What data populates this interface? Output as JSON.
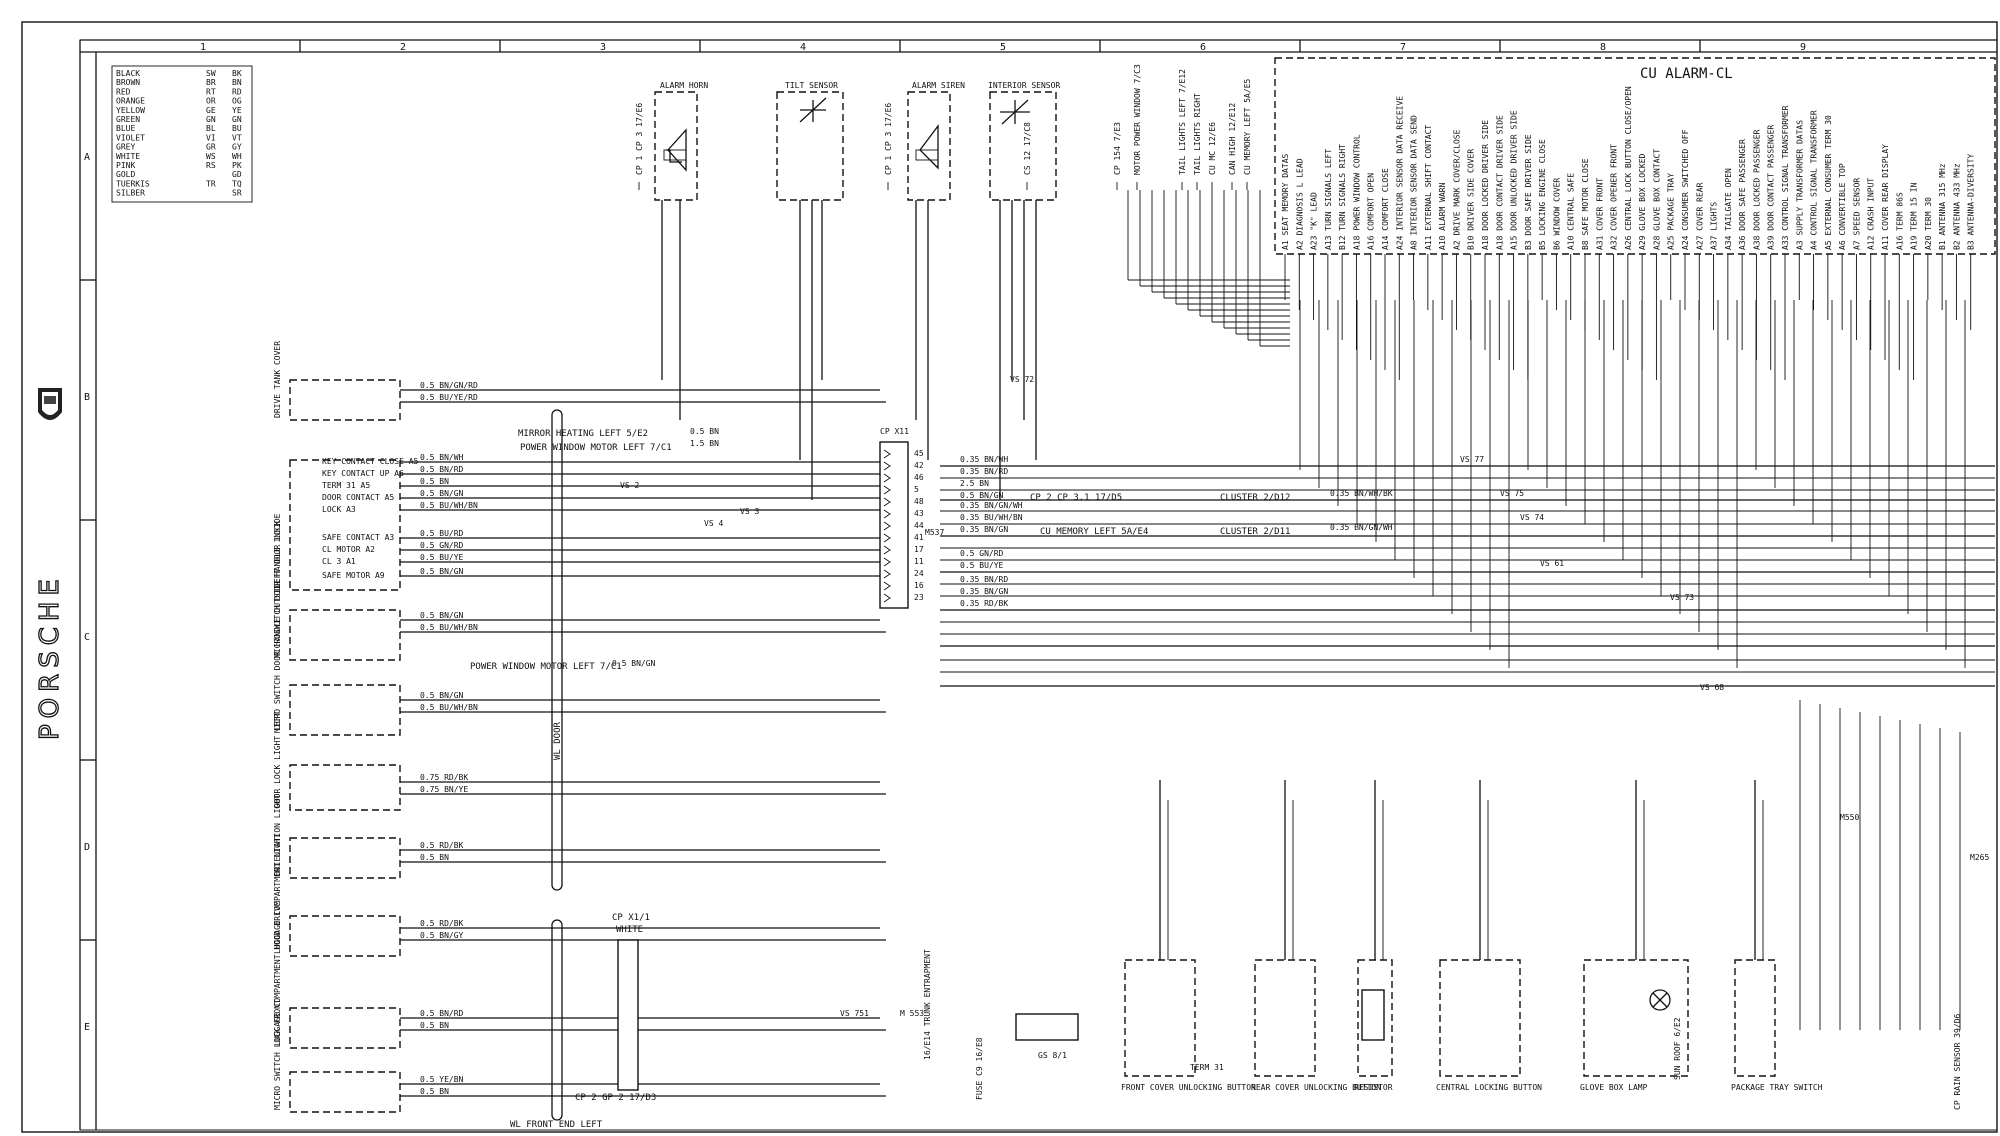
{
  "frame": {
    "columns": [
      "1",
      "2",
      "3",
      "4",
      "5",
      "6",
      "7",
      "8",
      "9"
    ],
    "rows": [
      "A",
      "B",
      "C",
      "D",
      "E"
    ],
    "brand": "PORSCHE"
  },
  "color_legend": [
    {
      "en": "BLACK",
      "de": "SW",
      "code": "BK"
    },
    {
      "en": "BROWN",
      "de": "BR",
      "code": "BN"
    },
    {
      "en": "RED",
      "de": "RT",
      "code": "RD"
    },
    {
      "en": "ORANGE",
      "de": "OR",
      "code": "OG"
    },
    {
      "en": "YELLOW",
      "de": "GE",
      "code": "YE"
    },
    {
      "en": "GREEN",
      "de": "GN",
      "code": "GN"
    },
    {
      "en": "BLUE",
      "de": "BL",
      "code": "BU"
    },
    {
      "en": "VIOLET",
      "de": "VI",
      "code": "VT"
    },
    {
      "en": "GREY",
      "de": "GR",
      "code": "GY"
    },
    {
      "en": "WHITE",
      "de": "WS",
      "code": "WH"
    },
    {
      "en": "PINK",
      "de": "RS",
      "code": "PK"
    },
    {
      "en": "GOLD",
      "de": "",
      "code": "GD"
    },
    {
      "en": "TUERKIS",
      "de": "TR",
      "code": "TQ"
    },
    {
      "en": "SILBER",
      "de": "",
      "code": "SR"
    }
  ],
  "top_components": {
    "alarm_horn": "ALARM HORN",
    "tilt_sensor": "TILT SENSOR",
    "alarm_siren": "ALARM SIREN",
    "interior_sensor": "INTERIOR SENSOR",
    "cu_alarm": "CU ALARM-CL"
  },
  "top_refs": [
    "CP 1 CP 3  17/E6",
    "CP 1 CP 3  17/E6",
    "CS 12  17/C8",
    "CP 154  7/E3",
    "MOTOR POWER WINDOW  7/C3",
    "TAIL LIGHTS LEFT  7/E12",
    "TAIL LIGHTS RIGHT",
    "CU MC  12/E6",
    "CAN HIGH  12/E12",
    "CU MEMORY LEFT  5A/E5"
  ],
  "cu_pins": [
    "A1 SEAT MEMORY DATAS",
    "A2 DIAGNOSIS L LEAD",
    "A23 \"K\" LEAD",
    "A13 TURN SIGNALS LEFT",
    "B12 TURN SIGNALS RIGHT",
    "A18 POWER WINDOW CONTROL",
    "A16 COMFORT OPEN",
    "A14 COMFORT CLOSE",
    "A24 INTERIOR SENSOR DATA RECEIVE",
    "A8 INTERIOR SENSOR DATA SEND",
    "A11 EXTERNAL SHIFT CONTACT",
    "A10 ALARM WARN",
    "A2 DRIVE MARK COVER/CLOSE",
    "B10 DRIVER SIDE COVER",
    "A18 DOOR LOCKED DRIVER SIDE",
    "A18 DOOR CONTACT DRIVER SIDE",
    "A15 DOOR UNLOCKED DRIVER SIDE",
    "B3 DOOR SAFE DRIVER SIDE",
    "B5 LOCKING ENGINE CLOSE",
    "B6 WINDOW COVER",
    "A10 CENTRAL SAFE",
    "B8 SAFE MOTOR CLOSE",
    "A31 COVER FRONT",
    "A32 COVER OPENER FRONT",
    "A26 CENTRAL LOCK BUTTON CLOSE/OPEN",
    "A29 GLOVE BOX LOCKED",
    "A28 GLOVE BOX CONTACT",
    "A25 PACKAGE TRAY",
    "A24 CONSUMER SWITCHED OFF",
    "A27 COVER REAR",
    "A37 LIGHTS",
    "A34 TAILGATE OPEN",
    "A36 DOOR SAFE PASSENGER",
    "A38 DOOR LOCKED PASSENGER",
    "A39 DOOR CONTACT PASSENGER",
    "A33 CONTROL SIGNAL TRANSFORMER",
    "A3 SUPPLY TRANSFORMER DATAS",
    "A4 CONTROL SIGNAL TRANSFORMER",
    "A5 EXTERNAL CONSUMER TERM 30",
    "A6 CONVERTIBLE TOP",
    "A7 SPEED SENSOR",
    "A12 CRASH INPUT",
    "A11 COVER REAR DISPLAY",
    "A16 TERM 86S",
    "A19 TERM 15 IN",
    "A20 TERM 30",
    "B1 ANTENNA 315 MHz",
    "B2 ANTENNA 433 MHz",
    "B3 ANTENNA-DIVERSITY"
  ],
  "connector_xp11": {
    "title": "CP X11",
    "pins": [
      "45",
      "42",
      "46",
      "5",
      "48",
      "43",
      "44",
      "41",
      "17",
      "11",
      "24",
      "16",
      "23"
    ]
  },
  "left_components": {
    "tank_cover": "DRIVE TANK COVER",
    "door_lock": "LEFT DOOR LOCK",
    "microswitch_inside": "MICROSWITCH DOOR HANDLE INSIDE",
    "microswitch_outside": "MICRO SWITCH DOOR HANDLE OUTSIDE",
    "door_lock_light": "DOOR LOCK LIGHT LEFT",
    "orientation_light": "ORIENTATION LIGHT",
    "luggage_light": "LUGGAGE COMPARTMENT LIGHT",
    "luggage_drive": "LUGGAGE COMPARTMENT HOOD DRIVE",
    "micro_switch_lock": "MICRO SWITCH LOCK FRONT"
  },
  "door_lock_pins": [
    "KEY CONTACT CLOSE A5",
    "KEY CONTACT UP A6",
    "TERM 31 A5",
    "DOOR CONTACT A5",
    "LOCK A3",
    "SAFE CONTACT A3",
    "CL MOTOR A2",
    "CL 3 A1",
    "SAFE MOTOR A9"
  ],
  "wire_labels": {
    "tank1": "0.5 BN/GN/RD",
    "tank2": "0.5 BU/YE/RD",
    "mirror": "MIRROR HEATING LEFT  5/E2",
    "mirror_w": "0.5 BN",
    "pwm": "POWER WINDOW MOTOR LEFT  7/C1",
    "pwm_w": "1.5 BN",
    "dl1": "0.5 BN/WH",
    "dl2": "0.5 BN/RD",
    "dl3": "0.5 BN",
    "dl4": "0.5 BN/GN",
    "dl5": "0.5 BU/WH/BN",
    "dl6": "0.5 BU/RD",
    "dl7": "0.5 GN/RD",
    "dl8": "0.5 BU/YE",
    "dl9": "0.5 BN/GN",
    "mi1": "0.5 BN/GN",
    "mi2": "0.5 BU/WH/BN",
    "pwm2": "POWER WINDOW MOTOR LEFT  7/C1",
    "pwm2_w": "0.5 BN/GN",
    "mo1": "0.5 BN/GN",
    "mo2": "0.5 BU/WH/BN",
    "dll1": "0.75 RD/BK",
    "dll2": "0.75 BN/YE",
    "ol1": "0.5 RD/BK",
    "ol2": "0.5 BN",
    "lc1": "0.5 RD/BK",
    "lc2": "0.5 BN/GY",
    "hd1": "0.5 BN/RD",
    "hd2": "0.5 BN",
    "ms1": "0.5 YE/BN",
    "ms2": "0.5 BN",
    "x1": "0.35 BN/WH",
    "x2": "0.35 BN/RD",
    "x3": "2.5 BN",
    "x4": "0.5 BN/GN",
    "x5": "0.35 BN/GN/WH",
    "x6": "0.35 BU/WH/BN",
    "x7": "0.35 BN/GN",
    "x8": "0.5 GN/RD",
    "x9": "0.5 BU/YE",
    "x10": "0.35 BN/RD",
    "x11": "0.35 BN/GN",
    "x12": "0.35 RD/BK",
    "cp3": "CP 2 CP 3.1  17/D5",
    "cu_mem": "CU MEMORY LEFT  5A/E4",
    "cluster1": "CLUSTER 2/D12",
    "cluster1_w": "0.35 BN/WH/BK",
    "cluster2": "CLUSTER 2/D11",
    "cluster2_w": "0.35 BN/GN/WH",
    "vs2": "VS 2",
    "vs4": "VS 4",
    "vs3": "VS 3",
    "vs72": "VS 72",
    "vs77": "VS 77",
    "vs75": "VS 75",
    "vs74": "VS 74",
    "vs61": "VS 61",
    "vs73": "VS 73",
    "vs68": "VS 68",
    "vs751": "VS 751",
    "m553": "M 553",
    "m537": "M537",
    "wl_door": "WL DOOR",
    "wl_front": "WL FRONT END LEFT",
    "cpx11": "CP X1/1",
    "white": "WHITE",
    "cp2": "CP 2 GP 2  17/D3",
    "trunk": "16/E14 TRUNK ENTRAPMENT"
  },
  "bottom_components": {
    "fuse": "FUSE C9  16/E8",
    "gs81": "GS 8/1",
    "front_button": "FRONT COVER UNLOCKING BUTTON",
    "rear_button": "REAR COVER UNLOCKING BUTTON",
    "resistor": "RESISTOR",
    "central_button": "CENTRAL LOCKING BUTTON",
    "glove_lamp": "GLOVE BOX LAMP",
    "package_switch": "PACKAGE TRAY SWITCH",
    "rain": "CP RAIN SENSOR  39/D6",
    "sun": "SUN ROOF  6/E2",
    "term": "TERM 31",
    "h550": "M550",
    "m265": "M265"
  }
}
